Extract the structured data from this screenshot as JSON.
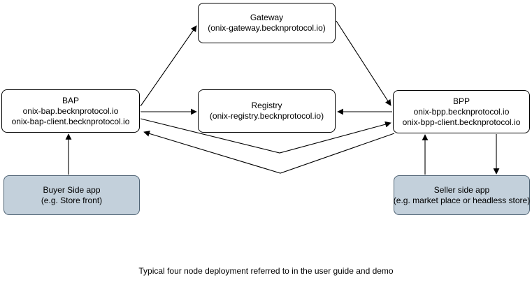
{
  "diagram": {
    "caption": "Typical four node deployment referred to in the user guide and demo",
    "nodes": {
      "gateway": {
        "title": "Gateway",
        "lines": [
          "(onix-gateway.becknprotocol.io)"
        ]
      },
      "bap": {
        "title": "BAP",
        "lines": [
          "onix-bap.becknprotocol.io",
          "onix-bap-client.becknprotocol.io"
        ]
      },
      "registry": {
        "title": "Registry",
        "lines": [
          "(onix-registry.becknprotocol.io)"
        ]
      },
      "bpp": {
        "title": "BPP",
        "lines": [
          "onix-bpp.becknprotocol.io",
          "onix-bpp-client.becknprotocol.io"
        ]
      },
      "buyer_app": {
        "title": "Buyer Side app",
        "lines": [
          "(e.g. Store front)"
        ]
      },
      "seller_app": {
        "title": "Seller side app",
        "lines": [
          "(e.g. market place or headless store)"
        ]
      }
    },
    "edges": [
      {
        "from": "bap",
        "to": "gateway",
        "arrowhead_at": "gateway"
      },
      {
        "from": "gateway",
        "to": "bpp",
        "arrowhead_at": "bpp"
      },
      {
        "from": "bap",
        "to": "registry",
        "arrowhead_at": "registry"
      },
      {
        "from": "bpp",
        "to": "registry",
        "arrowhead_at": "registry"
      },
      {
        "from": "bap",
        "to": "bpp",
        "arrowhead_at": "bpp"
      },
      {
        "from": "bpp",
        "to": "bap",
        "arrowhead_at": "bap"
      },
      {
        "from": "buyer_app",
        "to": "bap",
        "arrowhead_at": "bap"
      },
      {
        "from": "seller_app",
        "to": "bpp",
        "arrowhead_at": "bpp"
      },
      {
        "from": "bpp",
        "to": "seller_app",
        "arrowhead_at": "seller_app"
      }
    ],
    "colors": {
      "background": "#FFFFFF",
      "node_fill": "#FFFFFF",
      "node_border": "#000000",
      "app_fill": "#C3D0DB",
      "app_border": "#4F6374",
      "text": "#000000"
    }
  }
}
